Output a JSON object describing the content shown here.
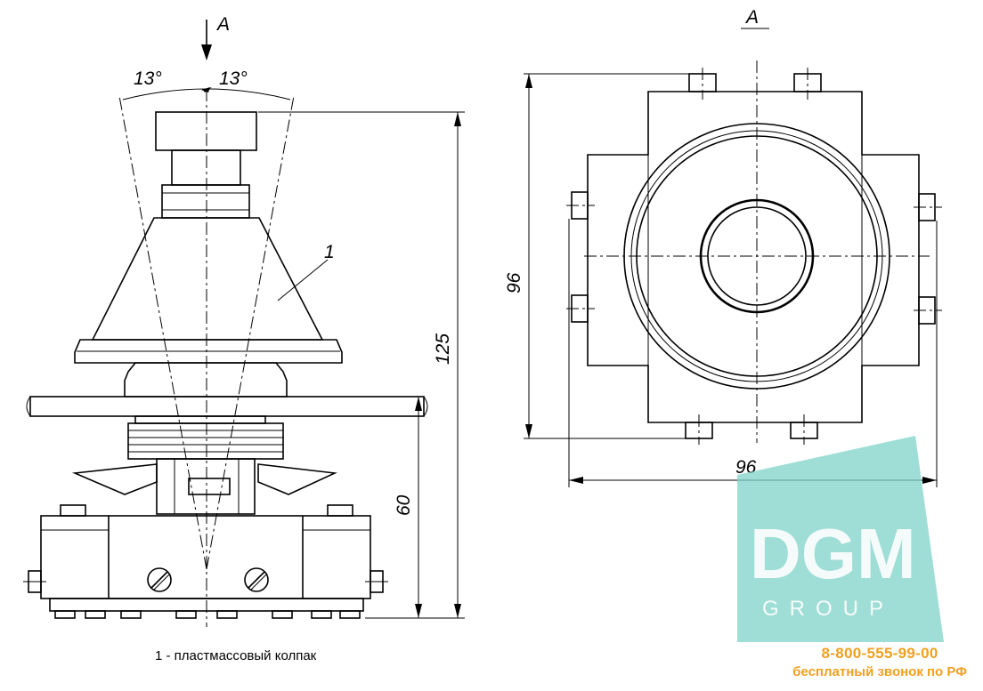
{
  "labels": {
    "view_arrow": "А",
    "view_title": "А",
    "angle_left": "13°",
    "angle_right": "13°",
    "part_number": "1",
    "dim_height_total": "125",
    "dim_height_lower": "60",
    "dim_width": "96",
    "dim_height_top": "96"
  },
  "caption": "1 - пластмассовый колпак",
  "logo": {
    "main": "DGM",
    "sub": "GROUP",
    "color": "#7fd3c8"
  },
  "contact": {
    "phone": "8-800-555-99-00",
    "note": "бесплатный звонок по РФ",
    "color": "#f0a020"
  }
}
